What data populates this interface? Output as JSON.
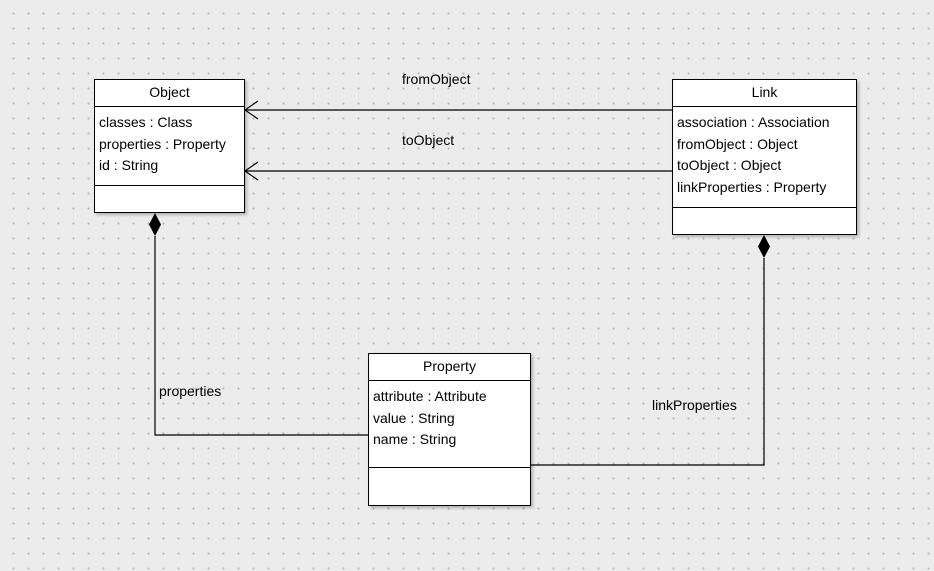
{
  "classes": {
    "object": {
      "name": "Object",
      "attributes": [
        "classes : Class",
        "properties : Property",
        "id : String"
      ]
    },
    "link": {
      "name": "Link",
      "attributes": [
        "association : Association",
        "fromObject : Object",
        "toObject : Object",
        "linkProperties : Property"
      ]
    },
    "property": {
      "name": "Property",
      "attributes": [
        "attribute : Attribute",
        "value : String",
        "name : String"
      ]
    }
  },
  "associations": {
    "from_object": "fromObject",
    "to_object": "toObject",
    "properties": "properties",
    "link_properties": "linkProperties"
  }
}
